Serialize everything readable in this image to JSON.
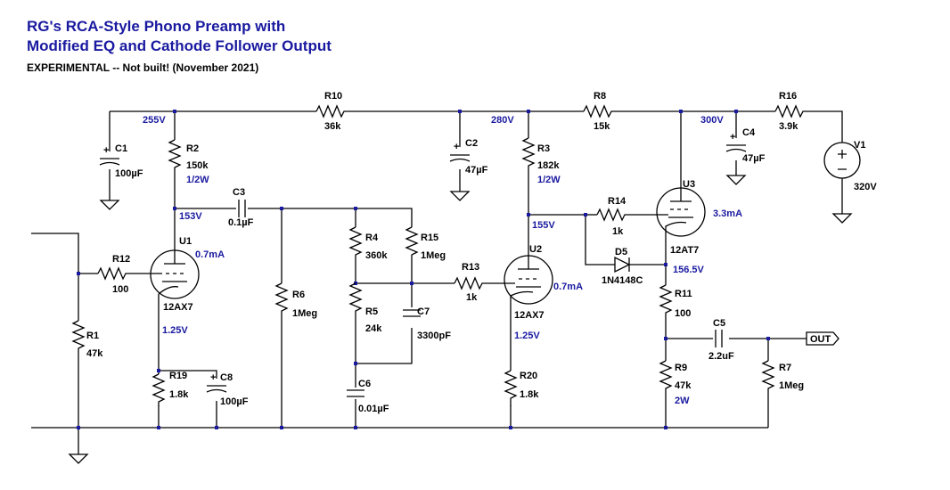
{
  "title": {
    "line1": "RG's RCA-Style Phono Preamp with",
    "line2": "Modified EQ and Cathode Follower Output",
    "subtitle": "EXPERIMENTAL -- Not built!   (November 2021)"
  },
  "voltages": {
    "v255": "255V",
    "v280": "280V",
    "v300": "300V",
    "v153": "153V",
    "v155": "155V",
    "v1565": "156.5V",
    "v125a": "1.25V",
    "v125b": "1.25V",
    "i_u1": "0.7mA",
    "i_u2": "0.7mA",
    "i_u3": "3.3mA",
    "r2w": "1/2W",
    "r3w": "1/2W",
    "r9w": "2W",
    "v1": "320V"
  },
  "components": {
    "r1": {
      "ref": "R1",
      "value": "47k"
    },
    "r2": {
      "ref": "R2",
      "value": "150k"
    },
    "r3": {
      "ref": "R3",
      "value": "182k"
    },
    "r4": {
      "ref": "R4",
      "value": "360k"
    },
    "r5": {
      "ref": "R5",
      "value": "24k"
    },
    "r6": {
      "ref": "R6",
      "value": "1Meg"
    },
    "r7": {
      "ref": "R7",
      "value": "1Meg"
    },
    "r8": {
      "ref": "R8",
      "value": "15k"
    },
    "r9": {
      "ref": "R9",
      "value": "47k"
    },
    "r10": {
      "ref": "R10",
      "value": "36k"
    },
    "r11": {
      "ref": "R11",
      "value": "100"
    },
    "r12": {
      "ref": "R12",
      "value": "100"
    },
    "r13": {
      "ref": "R13",
      "value": "1k"
    },
    "r14": {
      "ref": "R14",
      "value": "1k"
    },
    "r15": {
      "ref": "R15",
      "value": "1Meg"
    },
    "r16": {
      "ref": "R16",
      "value": "3.9k"
    },
    "r19": {
      "ref": "R19",
      "value": "1.8k"
    },
    "r20": {
      "ref": "R20",
      "value": "1.8k"
    },
    "c1": {
      "ref": "C1",
      "value": "100µF"
    },
    "c2": {
      "ref": "C2",
      "value": "47µF"
    },
    "c3": {
      "ref": "C3",
      "value": "0.1µF"
    },
    "c4": {
      "ref": "C4",
      "value": "47µF"
    },
    "c5": {
      "ref": "C5",
      "value": "2.2uF"
    },
    "c6": {
      "ref": "C6",
      "value": "0.01µF"
    },
    "c7": {
      "ref": "C7",
      "value": "3300pF"
    },
    "c8": {
      "ref": "C8",
      "value": "100µF"
    },
    "d5": {
      "ref": "D5",
      "value": "1N4148C"
    },
    "u1": {
      "ref": "U1",
      "value": "12AX7"
    },
    "u2": {
      "ref": "U2",
      "value": "12AX7"
    },
    "u3": {
      "ref": "U3",
      "value": "12AT7"
    },
    "v1": {
      "ref": "V1"
    }
  },
  "output_label": "OUT"
}
